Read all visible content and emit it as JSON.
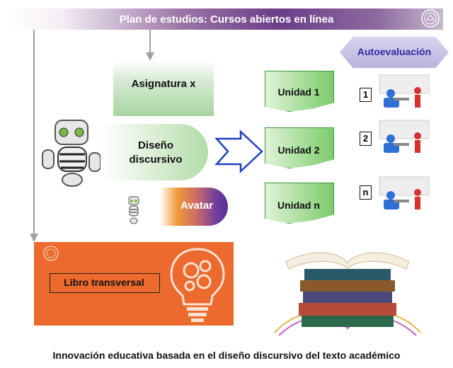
{
  "header": {
    "title": "Plan de estudios: Cursos abiertos en línea"
  },
  "nodes": {
    "asignatura": "Asignatura x",
    "diseno_line1": "Diseño",
    "diseno_line2": "discursivo",
    "avatar": "Avatar",
    "autoevaluacion": "Autoevaluación",
    "libro": "Libro transversal"
  },
  "unidades": [
    {
      "label": "Unidad 1",
      "number": "1"
    },
    {
      "label": "Unidad 2",
      "number": "2"
    },
    {
      "label": "Unidad n",
      "number": "n"
    }
  ],
  "caption": "Innovación educativa basada en el diseño discursivo del texto académico",
  "colors": {
    "banner_purple": "#6b3e88",
    "green": "#7ccc6a",
    "orange": "#ec6a2e",
    "autoeval_lilac": "#b9b3de",
    "arrow_blue": "#1f3fbf"
  }
}
